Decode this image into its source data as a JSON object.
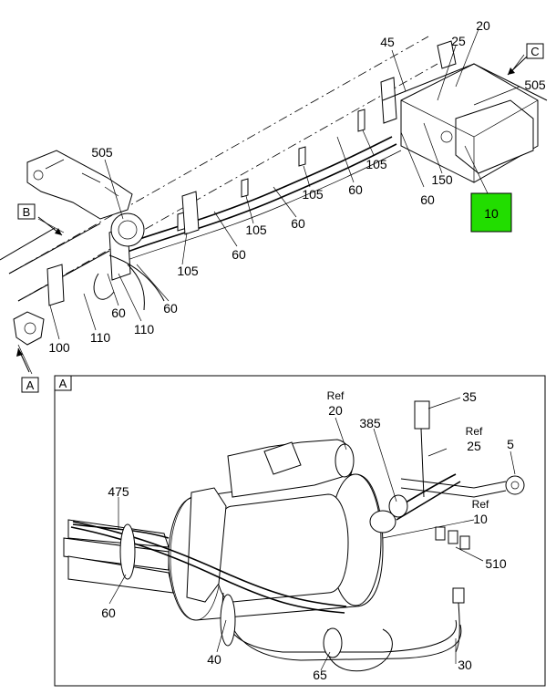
{
  "view_markers": {
    "a": "A",
    "b": "B",
    "c": "C",
    "detail_a": "A"
  },
  "highlight": {
    "label": "10",
    "color": "#22dd00"
  },
  "overview_callouts": {
    "c20": "20",
    "c25": "25",
    "c45": "45",
    "c505_top": "505",
    "c505_left": "505",
    "c105_a": "105",
    "c105_b": "105",
    "c105_c": "105",
    "c105_d": "105",
    "c60_a": "60",
    "c60_b": "60",
    "c60_c": "60",
    "c60_d": "60",
    "c60_e": "60",
    "c150": "150",
    "c110_a": "110",
    "c110_b": "110",
    "c100": "100"
  },
  "detail_callouts": {
    "ref20_ref": "Ref",
    "ref20_num": "20",
    "c385": "385",
    "c35": "35",
    "ref25_ref": "Ref",
    "ref25_num": "25",
    "c5": "5",
    "c475": "475",
    "ref10_ref": "Ref",
    "ref10_num": "10",
    "c510": "510",
    "c60": "60",
    "c40": "40",
    "c65": "65",
    "c30": "30"
  }
}
